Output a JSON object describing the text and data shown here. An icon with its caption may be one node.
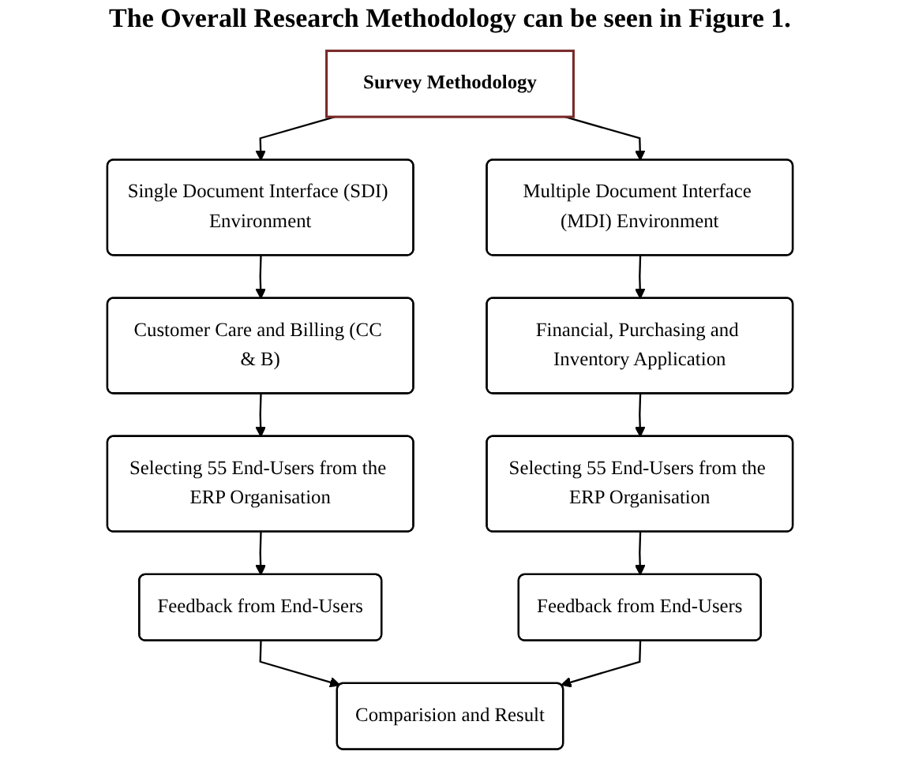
{
  "diagram": {
    "title": "The Overall Research Methodology can be seen in Figure 1.",
    "nodes": [
      {
        "text": [
          "Survey Methodology"
        ]
      },
      {
        "text": [
          "Single Document Interface (SDI) Environment"
        ]
      },
      {
        "text": [
          "Multiple Document Interface (MDI) Environment"
        ]
      },
      {
        "text": [
          "Customer Care and Billing (CC & B)"
        ]
      },
      {
        "text": [
          "Financial, Purchasing and Inventory Application"
        ]
      },
      {
        "text": [
          "Selecting 55 End-Users from the ERP Organisation"
        ]
      },
      {
        "text": [
          "Selecting 55 End-Users from the ERP Organisation"
        ]
      },
      {
        "text": [
          "Feedback from End-Users"
        ]
      },
      {
        "text": [
          "Feedback from End-Users"
        ]
      },
      {
        "text": [
          "Comparision and Result"
        ]
      }
    ],
    "edges": [
      {
        "from": 0,
        "to": 1,
        "arrow": "to"
      },
      {
        "from": 0,
        "to": 2,
        "arrow": "to"
      },
      {
        "from": 1,
        "to": 3,
        "arrow": "to"
      },
      {
        "from": 3,
        "to": 5,
        "arrow": "to"
      },
      {
        "from": 5,
        "to": 7,
        "arrow": "to"
      },
      {
        "from": 2,
        "to": 4,
        "arrow": "to"
      },
      {
        "from": 4,
        "to": 6,
        "arrow": "to"
      },
      {
        "from": 6,
        "to": 8,
        "arrow": "to"
      },
      {
        "from": 7,
        "to": 9,
        "arrow": "to"
      },
      {
        "from": 8,
        "to": 9,
        "arrow": "to"
      }
    ]
  }
}
